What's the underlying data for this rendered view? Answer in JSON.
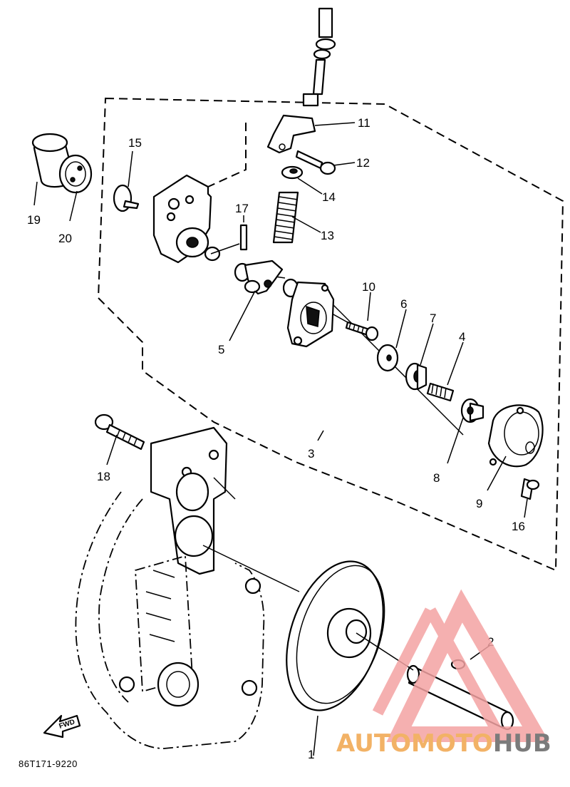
{
  "diagram": {
    "drawing_code": "86T171-9220",
    "fwd_label": "FWD",
    "callouts": [
      {
        "id": "1",
        "label": "1"
      },
      {
        "id": "2",
        "label": "2"
      },
      {
        "id": "3",
        "label": "3"
      },
      {
        "id": "4",
        "label": "4"
      },
      {
        "id": "5",
        "label": "5"
      },
      {
        "id": "6",
        "label": "6"
      },
      {
        "id": "7",
        "label": "7"
      },
      {
        "id": "8",
        "label": "8"
      },
      {
        "id": "9",
        "label": "9"
      },
      {
        "id": "10",
        "label": "10"
      },
      {
        "id": "11",
        "label": "11"
      },
      {
        "id": "12",
        "label": "12"
      },
      {
        "id": "13",
        "label": "13"
      },
      {
        "id": "14",
        "label": "14"
      },
      {
        "id": "15",
        "label": "15"
      },
      {
        "id": "16",
        "label": "16"
      },
      {
        "id": "17",
        "label": "17"
      },
      {
        "id": "18",
        "label": "18"
      },
      {
        "id": "19",
        "label": "19"
      },
      {
        "id": "20",
        "label": "20"
      }
    ]
  },
  "watermark": {
    "part1": "AUTO",
    "part2": "MOTO",
    "part3": "HUB",
    "colors": {
      "triangle": "#f4a3a3",
      "orange": "#f2b266",
      "gray": "#7b7b7b"
    }
  }
}
